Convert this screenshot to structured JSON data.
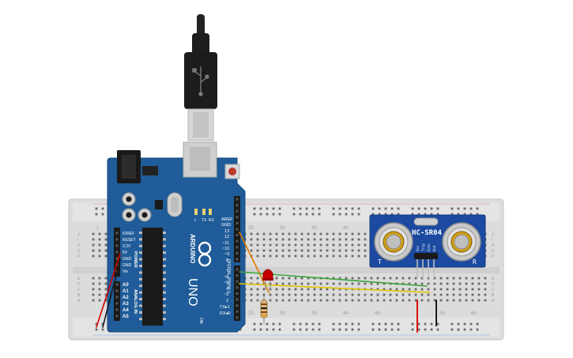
{
  "colors": {
    "board": "#dcdcdc",
    "arduino": "#1f5c99",
    "sensor": "#1b4aa0",
    "wire_orange": "#e07b00",
    "wire_green": "#3aa63a",
    "wire_yellow": "#e0c400",
    "wire_red": "#d40000",
    "wire_black": "#1a1a1a",
    "led": "#c80000"
  },
  "arduino": {
    "brand": "ARDUINO",
    "model": "UNO",
    "digital_label": "DIGITAL (PWM~)",
    "power_label": "POWER",
    "analog_label": "ANALOG IN",
    "tx": "TX",
    "rx": "RX",
    "on": "ON",
    "l": "L",
    "pin_aref": "AREF",
    "pin_gnd": "GND",
    "pin_13": "13",
    "pin_12": "12",
    "pin_11": "~11",
    "pin_10": "~10",
    "pin_9": "~9",
    "pin_8": "8",
    "pin_7": "7",
    "pin_6": "~6",
    "pin_5": "~5",
    "pin_4": "4",
    "pin_3": "~3",
    "pin_2": "2",
    "pin_tx1": "TX▸1",
    "pin_rx0": "RX◂0",
    "pow_ioref": "IOREF",
    "pow_reset": "RESET",
    "pow_33v": "3.3V",
    "pow_5v": "5V",
    "pow_gnd1": "GND",
    "pow_gnd2": "GND",
    "pow_vin": "Vin",
    "an_a0": "A0",
    "an_a1": "A1",
    "an_a2": "A2",
    "an_a3": "A3",
    "an_a4": "A4",
    "an_a5": "A5"
  },
  "sensor": {
    "model": "HC-SR04",
    "t": "T",
    "r": "R",
    "pin_vcc": "Vcc",
    "pin_trig": "Trig",
    "pin_echo": "Echo",
    "pin_gnd": "Gnd"
  },
  "breadboard": {
    "col_1": "1",
    "col_25": "25",
    "col_30": "30",
    "col_35": "35",
    "col_40": "40",
    "col_45": "45",
    "col_50": "50",
    "col_55": "55",
    "col_60": "60",
    "rows_left": [
      "A",
      "B",
      "C",
      "D",
      "E",
      "F",
      "G",
      "H",
      "I",
      "J"
    ]
  }
}
